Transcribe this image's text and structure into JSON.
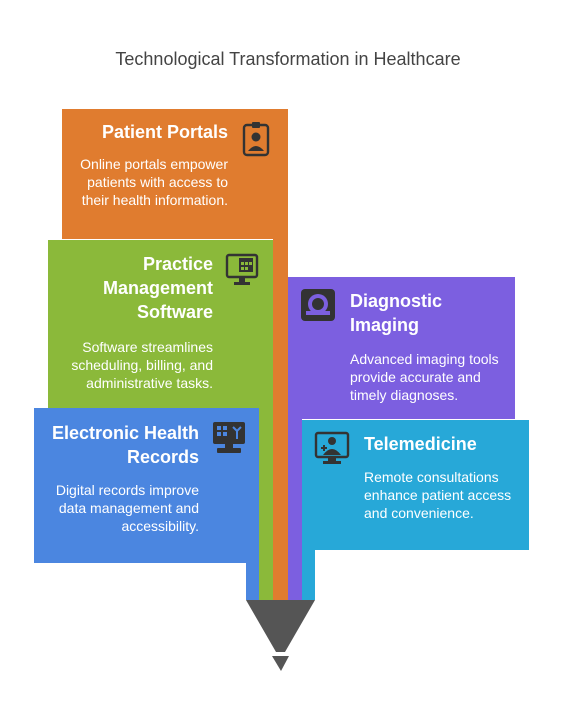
{
  "title": "Technological Transformation in Healthcare",
  "colors": {
    "patient_portals": "#E07C2F",
    "practice_management": "#8BB93A",
    "diagnostic_imaging": "#7C5FE0",
    "electronic_health_records": "#4B86E0",
    "telemedicine": "#27A8D8",
    "tip": "#555555"
  },
  "items": {
    "patient_portals": {
      "title": "Patient Portals",
      "description": "Online portals empower patients with access to their health information.",
      "icon": "patient-id-badge-icon"
    },
    "practice_management": {
      "title": "Practice Management Software",
      "description": "Software streamlines scheduling, billing, and administrative tasks.",
      "icon": "monitor-calendar-icon"
    },
    "diagnostic_imaging": {
      "title": "Diagnostic Imaging",
      "description": "Advanced imaging tools provide accurate and timely diagnoses.",
      "icon": "mri-scanner-icon"
    },
    "electronic_health_records": {
      "title": "Electronic Health Records",
      "description": "Digital records improve data management and accessibility.",
      "icon": "computer-records-icon"
    },
    "telemedicine": {
      "title": "Telemedicine",
      "description": "Remote consultations enhance patient access and convenience.",
      "icon": "doctor-screen-icon"
    }
  }
}
